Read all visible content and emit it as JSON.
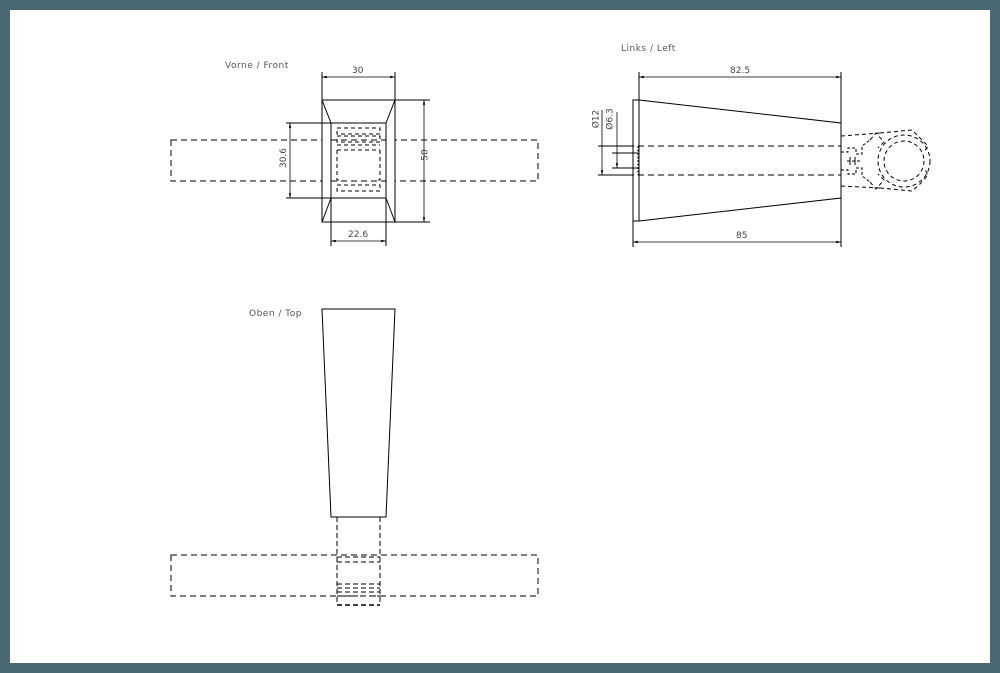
{
  "sheet": {
    "frame_color": "#4a6872",
    "paper_color": "#ffffff",
    "line_color": "#000000"
  },
  "views": {
    "front": {
      "label": "Vorne  /  Front",
      "dimensions": {
        "top_width": "30",
        "height": "50",
        "inner_height": "30.6",
        "bottom_width": "22.6"
      }
    },
    "left": {
      "label": "Links  /  Left",
      "dimensions": {
        "top_length": "82.5",
        "bottom_length": "85",
        "outer_diameter": "Ø12",
        "inner_diameter": "Ø6.3"
      }
    },
    "top": {
      "label": "Oben  /  Top"
    }
  }
}
